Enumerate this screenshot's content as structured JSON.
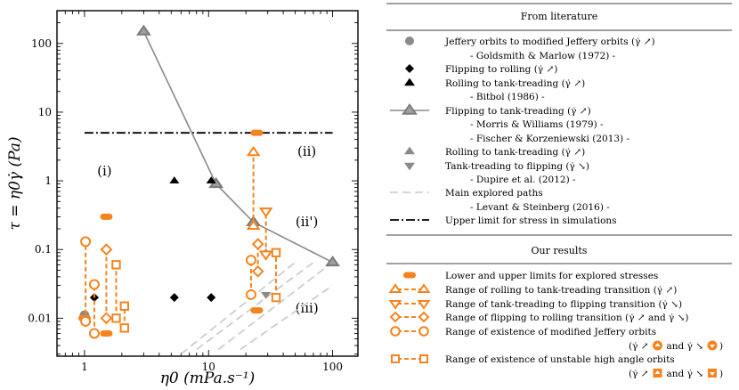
{
  "chart_data": {
    "type": "scatter",
    "xlabel": "η0 (mPa.s⁻¹)",
    "ylabel": "τ = η0γ̇ (Pa)",
    "xscale": "log",
    "yscale": "log",
    "xlim": [
      0.6,
      160
    ],
    "ylim": [
      0.0028,
      300
    ],
    "xticks": [
      {
        "v": 1,
        "label": "1"
      },
      {
        "v": 10,
        "label": "10"
      },
      {
        "v": 100,
        "label": "100"
      }
    ],
    "yticks": [
      {
        "v": 0.01,
        "label": "0.01"
      },
      {
        "v": 0.1,
        "label": "0.1"
      },
      {
        "v": 1,
        "label": "1"
      },
      {
        "v": 10,
        "label": "10"
      },
      {
        "v": 100,
        "label": "100"
      }
    ],
    "regions": [
      {
        "label": "(i)",
        "x": 1.45,
        "y": 1.2
      },
      {
        "label": "(ii)",
        "x": 62,
        "y": 2.3
      },
      {
        "label": "(ii')",
        "x": 62,
        "y": 0.22
      },
      {
        "label": "(iii)",
        "x": 62,
        "y": 0.012
      }
    ],
    "literature": {
      "jeffery": [
        {
          "x": 1.0,
          "y": 0.011
        }
      ],
      "flipping_to_rolling": [
        {
          "x": 1.2,
          "y": 0.02
        },
        {
          "x": 5.3,
          "y": 0.02
        },
        {
          "x": 10.5,
          "y": 0.02
        }
      ],
      "rolling_to_tank_bitbol": [
        {
          "x": 5.3,
          "y": 1.0
        },
        {
          "x": 10.5,
          "y": 1.0
        }
      ],
      "flipping_to_tank_line": [
        {
          "x": 3.0,
          "y": 150
        },
        {
          "x": 11.5,
          "y": 0.9
        },
        {
          "x": 23,
          "y": 0.25
        },
        {
          "x": 100,
          "y": 0.065
        }
      ],
      "rolling_to_tank_dupire": [
        {
          "x": 29,
          "y": 0.09
        }
      ],
      "tank_to_flipping_dupire": [
        {
          "x": 29,
          "y": 0.022
        }
      ],
      "upper_limit": {
        "y": 5,
        "x": [
          1,
          100
        ]
      },
      "main_paths": [
        [
          {
            "x": 6,
            "y": 0.003
          },
          {
            "x": 50,
            "y": 0.065
          }
        ],
        [
          {
            "x": 8,
            "y": 0.0035
          },
          {
            "x": 70,
            "y": 0.065
          }
        ],
        [
          {
            "x": 12,
            "y": 0.0035
          },
          {
            "x": 100,
            "y": 0.065
          }
        ],
        [
          {
            "x": 18,
            "y": 0.0035
          },
          {
            "x": 100,
            "y": 0.03
          }
        ]
      ]
    },
    "results": {
      "stress_limits": [
        {
          "x": 1.0,
          "ymin": 0.01,
          "ymax": 0.01
        },
        {
          "x": 1.5,
          "ymin": 0.006,
          "ymax": 0.3
        },
        {
          "x": 24.5,
          "ymin": 0.013,
          "ymax": 5
        }
      ],
      "rolling_to_tank": [
        {
          "x": 23,
          "low": 0.22,
          "high": 2.6
        }
      ],
      "tank_to_flipping": [
        {
          "x": 29,
          "low": 0.085,
          "high": 0.36
        }
      ],
      "flipping_to_rolling": [
        {
          "x": 1.5,
          "low": 0.01,
          "high": 0.1
        },
        {
          "x": 25,
          "low": 0.048,
          "high": 0.12
        }
      ],
      "jeffery": [
        {
          "x": 1.02,
          "low": 0.009,
          "high": 0.13
        },
        {
          "x": 1.2,
          "low": 0.006,
          "high": 0.031
        },
        {
          "x": 22,
          "low": 0.022,
          "high": 0.07
        }
      ],
      "unstable": [
        {
          "x": 1.8,
          "low": 0.01,
          "high": 0.06
        },
        {
          "x": 2.1,
          "low": 0.0072,
          "high": 0.015
        },
        {
          "x": 35,
          "low": 0.02,
          "high": 0.09
        }
      ]
    }
  },
  "legend": {
    "lit_header": "From literature",
    "res_header": "Our results",
    "lit": [
      "Jeffery orbits to modified Jeffery orbits (γ̇ ↗)",
      "- Goldsmith & Marlow (1972) -",
      "Flipping to rolling (γ̇ ↗)",
      "Rolling to tank-treading (γ̇ ↗)",
      "- Bitbol (1986) -",
      "Flipping to tank-treading (γ̇ ↗)",
      "- Morris & Williams (1979) -",
      "- Fischer & Korzeniewski (2013) -",
      "Rolling to tank-treading (γ̇ ↗)",
      "Tank-treading to flipping (γ̇ ↘)",
      "- Dupire  et al. (2012) -",
      "Main explored paths",
      "- Levant & Steinberg (2016) -",
      "Upper limit for stress in simulations"
    ],
    "res": [
      "Lower and upper limits for explored stresses",
      "Range of rolling to tank-treading transition (γ̇ ↗)",
      "Range of tank-treading to flipping transition (γ̇ ↘)",
      "Range of flipping to rolling transition (γ̇ ↗ and γ̇ ↘)",
      "Range of existence of modified Jeffery orbits",
      "(γ̇ ↗",
      "and γ̇ ↘",
      ")",
      "Range of existence of unstable high angle orbits",
      "(γ̇ ↗",
      "and γ̇ ↘",
      ")"
    ]
  },
  "colors": {
    "orange": "#f5841f",
    "gray": "#8a8a8a",
    "lightgray": "#c8c8c8"
  }
}
